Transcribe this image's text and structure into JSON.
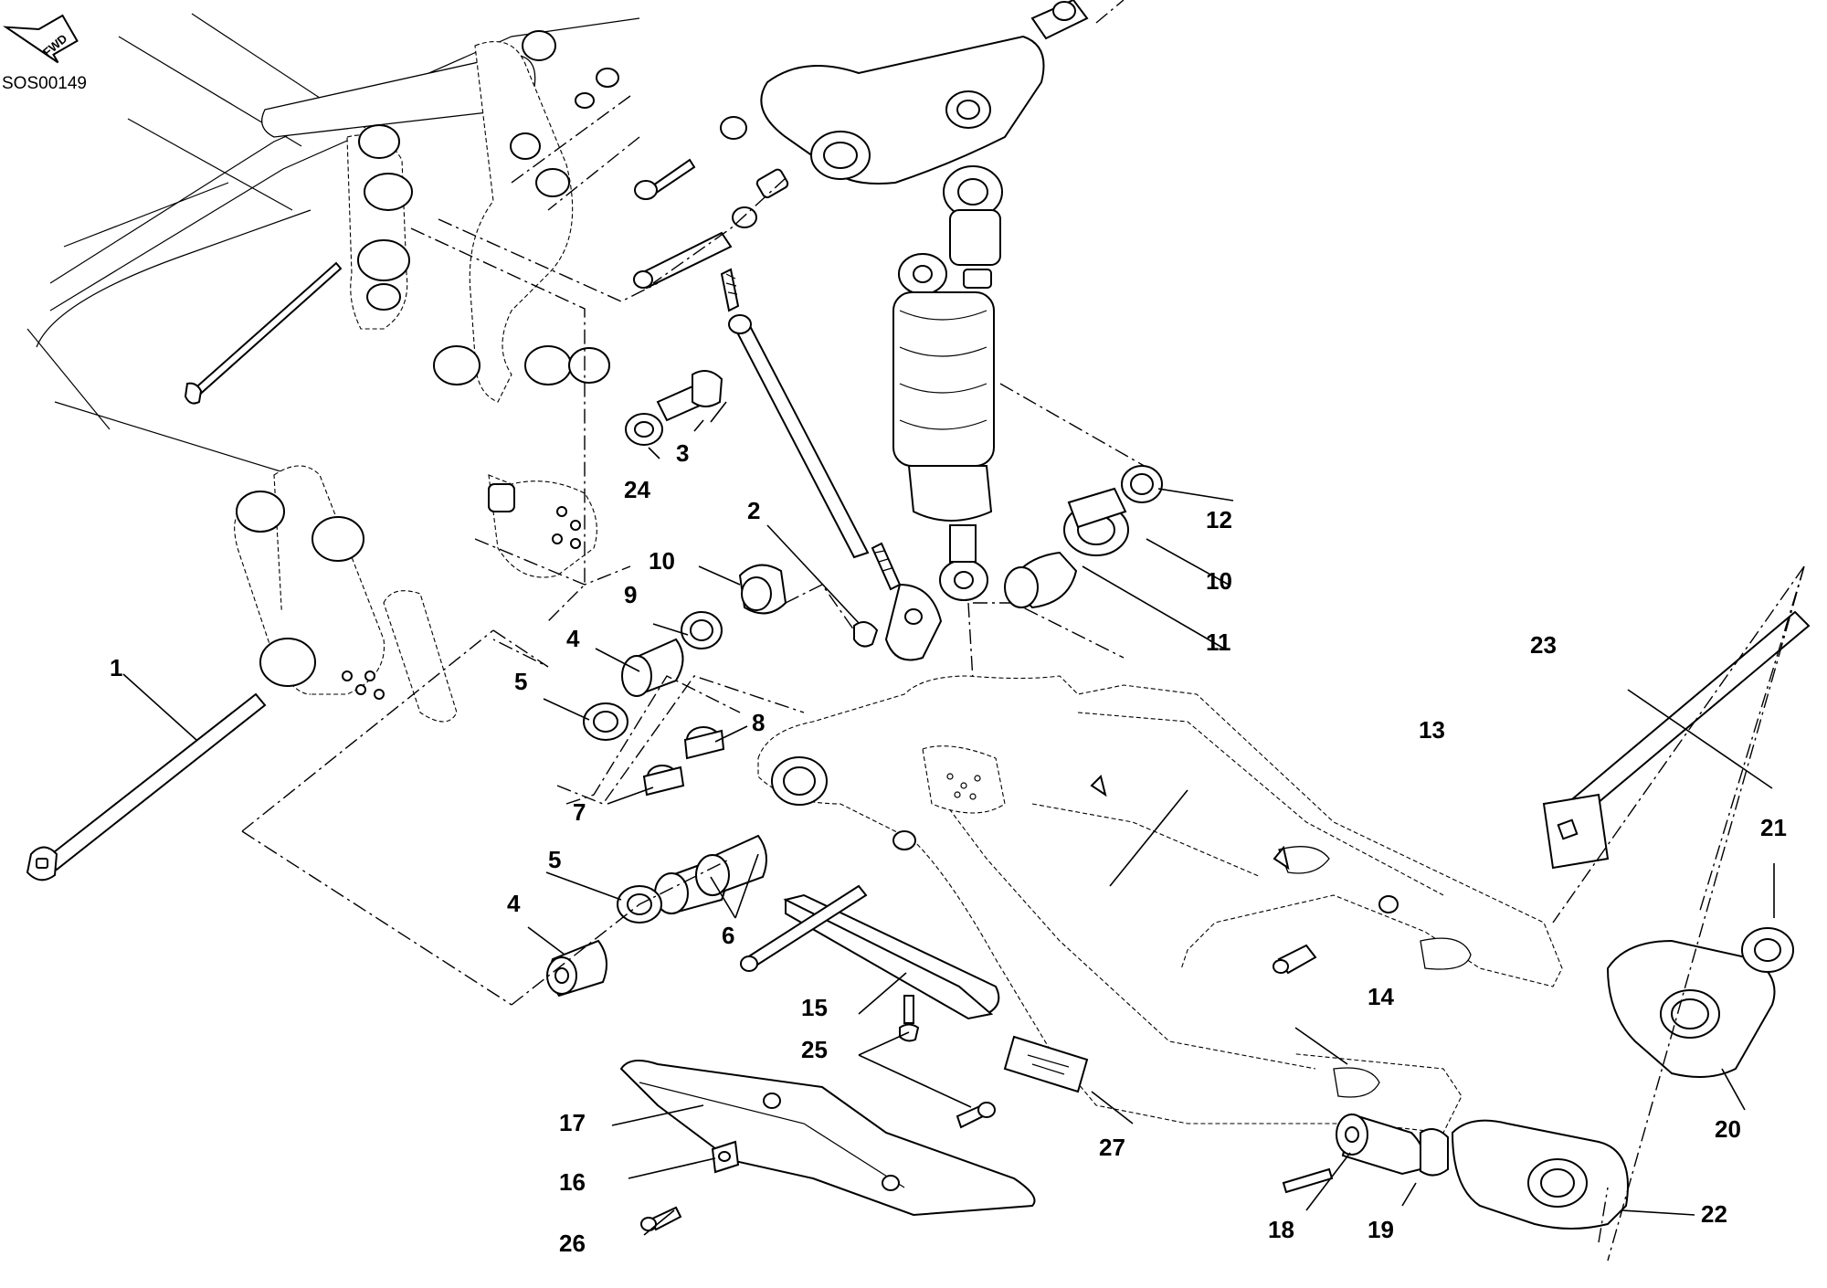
{
  "drawing_code": "SOS00149",
  "orientation_badge": "FWD",
  "callouts": [
    {
      "id": "c1",
      "label": "1"
    },
    {
      "id": "c2",
      "label": "2"
    },
    {
      "id": "c3",
      "label": "3"
    },
    {
      "id": "c4a",
      "label": "4"
    },
    {
      "id": "c4b",
      "label": "4"
    },
    {
      "id": "c5a",
      "label": "5"
    },
    {
      "id": "c5b",
      "label": "5"
    },
    {
      "id": "c6",
      "label": "6"
    },
    {
      "id": "c7",
      "label": "7"
    },
    {
      "id": "c8",
      "label": "8"
    },
    {
      "id": "c9",
      "label": "9"
    },
    {
      "id": "c10a",
      "label": "10"
    },
    {
      "id": "c10b",
      "label": "10"
    },
    {
      "id": "c11",
      "label": "11"
    },
    {
      "id": "c12",
      "label": "12"
    },
    {
      "id": "c13",
      "label": "13"
    },
    {
      "id": "c14",
      "label": "14"
    },
    {
      "id": "c15",
      "label": "15"
    },
    {
      "id": "c16",
      "label": "16"
    },
    {
      "id": "c17",
      "label": "17"
    },
    {
      "id": "c18",
      "label": "18"
    },
    {
      "id": "c19",
      "label": "19"
    },
    {
      "id": "c20",
      "label": "20"
    },
    {
      "id": "c21",
      "label": "21"
    },
    {
      "id": "c22",
      "label": "22"
    },
    {
      "id": "c23",
      "label": "23"
    },
    {
      "id": "c24",
      "label": "24"
    },
    {
      "id": "c25",
      "label": "25"
    },
    {
      "id": "c26",
      "label": "26"
    },
    {
      "id": "c27",
      "label": "27"
    }
  ]
}
